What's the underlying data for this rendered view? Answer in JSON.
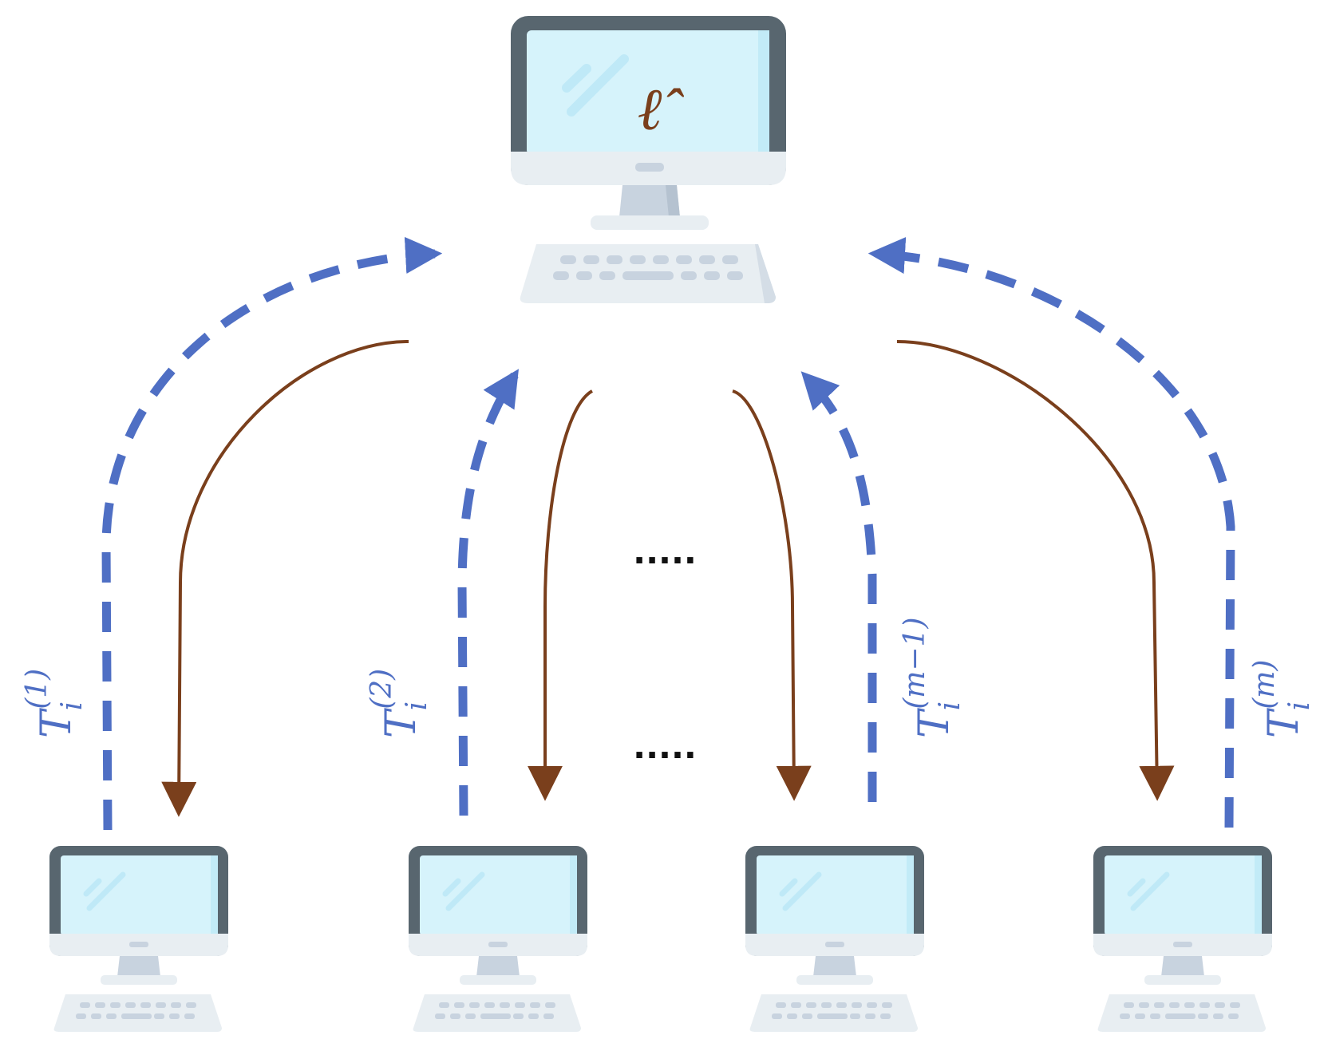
{
  "server": {
    "screen_symbol": "ℓ̂",
    "symbol_color": "#7a3f1c"
  },
  "clients": [
    {
      "label_base": "T",
      "label_sub": "i",
      "label_sup": "(1)"
    },
    {
      "label_base": "T",
      "label_sub": "i",
      "label_sup": "(2)"
    },
    {
      "label_base": "T",
      "label_sub": "i",
      "label_sup": "(m−1)"
    },
    {
      "label_base": "T",
      "label_sub": "i",
      "label_sup": "(m)"
    }
  ],
  "ellipsis": {
    "upper": ".....",
    "lower": "....."
  },
  "colors": {
    "upload_arrow": "#4f6fc4",
    "download_arrow": "#7a3f1c",
    "monitor_frame": "#58666f",
    "monitor_screen": "#d6f3fb",
    "monitor_base": "#e8eef2",
    "stand": "#c8d3df",
    "keyboard": "#e8eef2",
    "keys": "#c8d3df"
  }
}
